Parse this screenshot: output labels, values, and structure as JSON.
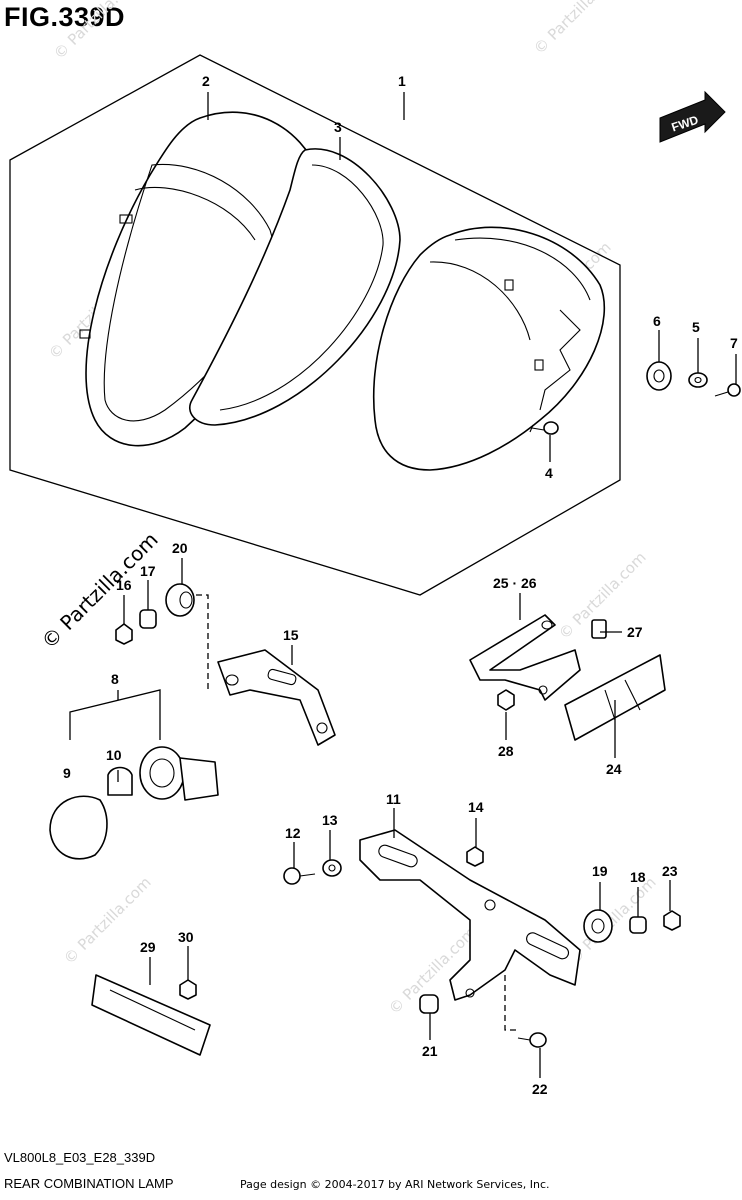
{
  "figure": {
    "title": "FIG.339D",
    "code": "VL800L8_E03_E28_339D",
    "name": "REAR COMBINATION LAMP",
    "credit": "Page design © 2004-2017 by ARI Network Services, Inc.",
    "direction_label": "FWD"
  },
  "watermarks": {
    "brand": "© Partzilla.com",
    "short": "© Partzilla.com"
  },
  "callouts": [
    {
      "id": "c1",
      "text": "1"
    },
    {
      "id": "c2",
      "text": "2"
    },
    {
      "id": "c3",
      "text": "3"
    },
    {
      "id": "c4",
      "text": "4"
    },
    {
      "id": "c5",
      "text": "5"
    },
    {
      "id": "c6",
      "text": "6"
    },
    {
      "id": "c7",
      "text": "7"
    },
    {
      "id": "c8",
      "text": "8"
    },
    {
      "id": "c9",
      "text": "9"
    },
    {
      "id": "c10",
      "text": "10"
    },
    {
      "id": "c11",
      "text": "11"
    },
    {
      "id": "c12",
      "text": "12"
    },
    {
      "id": "c13",
      "text": "13"
    },
    {
      "id": "c14",
      "text": "14"
    },
    {
      "id": "c15",
      "text": "15"
    },
    {
      "id": "c16",
      "text": "16"
    },
    {
      "id": "c17",
      "text": "17"
    },
    {
      "id": "c18",
      "text": "18"
    },
    {
      "id": "c19",
      "text": "19"
    },
    {
      "id": "c20",
      "text": "20"
    },
    {
      "id": "c21",
      "text": "21"
    },
    {
      "id": "c22",
      "text": "22"
    },
    {
      "id": "c23",
      "text": "23"
    },
    {
      "id": "c24",
      "text": "24"
    },
    {
      "id": "c2526",
      "text": "25 · 26"
    },
    {
      "id": "c27",
      "text": "27"
    },
    {
      "id": "c28",
      "text": "28"
    },
    {
      "id": "c29",
      "text": "29"
    },
    {
      "id": "c30",
      "text": "30"
    }
  ]
}
